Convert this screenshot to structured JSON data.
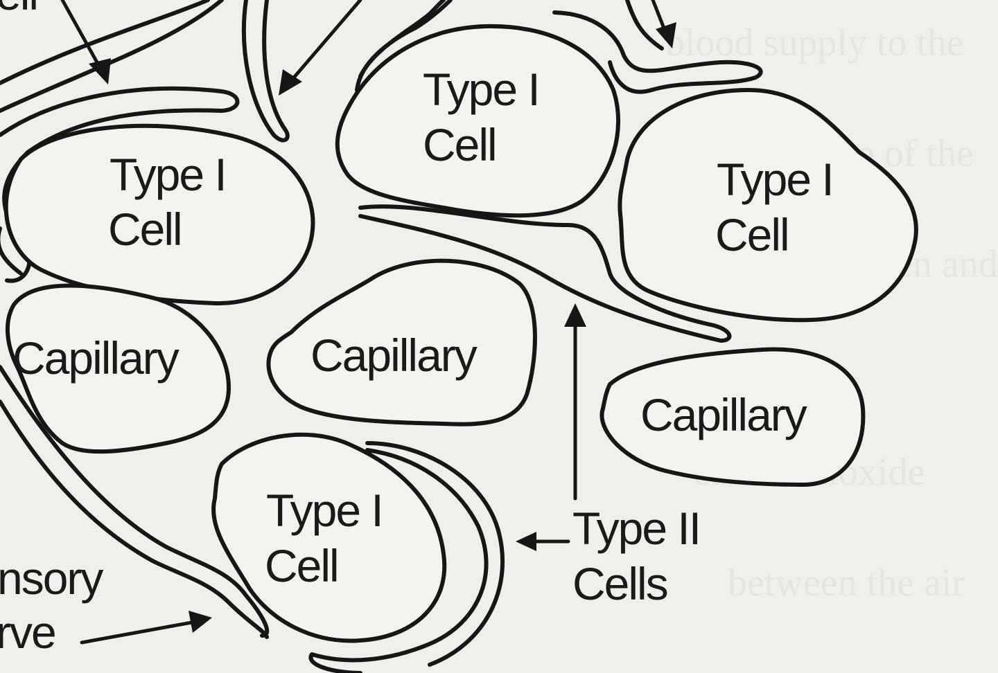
{
  "labels": {
    "type1_a": [
      "Type I",
      "Cell"
    ],
    "type1_b": [
      "Type I",
      "Cell"
    ],
    "type1_c": [
      "Type I",
      "Cell"
    ],
    "type1_d": [
      "Type I",
      "Cell"
    ],
    "capillary_a": "Capillary",
    "capillary_b": "Capillary",
    "capillary_c": "Capillary",
    "type2": [
      "Type II",
      "Cells"
    ],
    "sensory_nerve": [
      "nsory",
      "rve"
    ],
    "top_left_fragment": "ell"
  },
  "colors": {
    "paper": "#efefec",
    "ink": "#161616"
  }
}
